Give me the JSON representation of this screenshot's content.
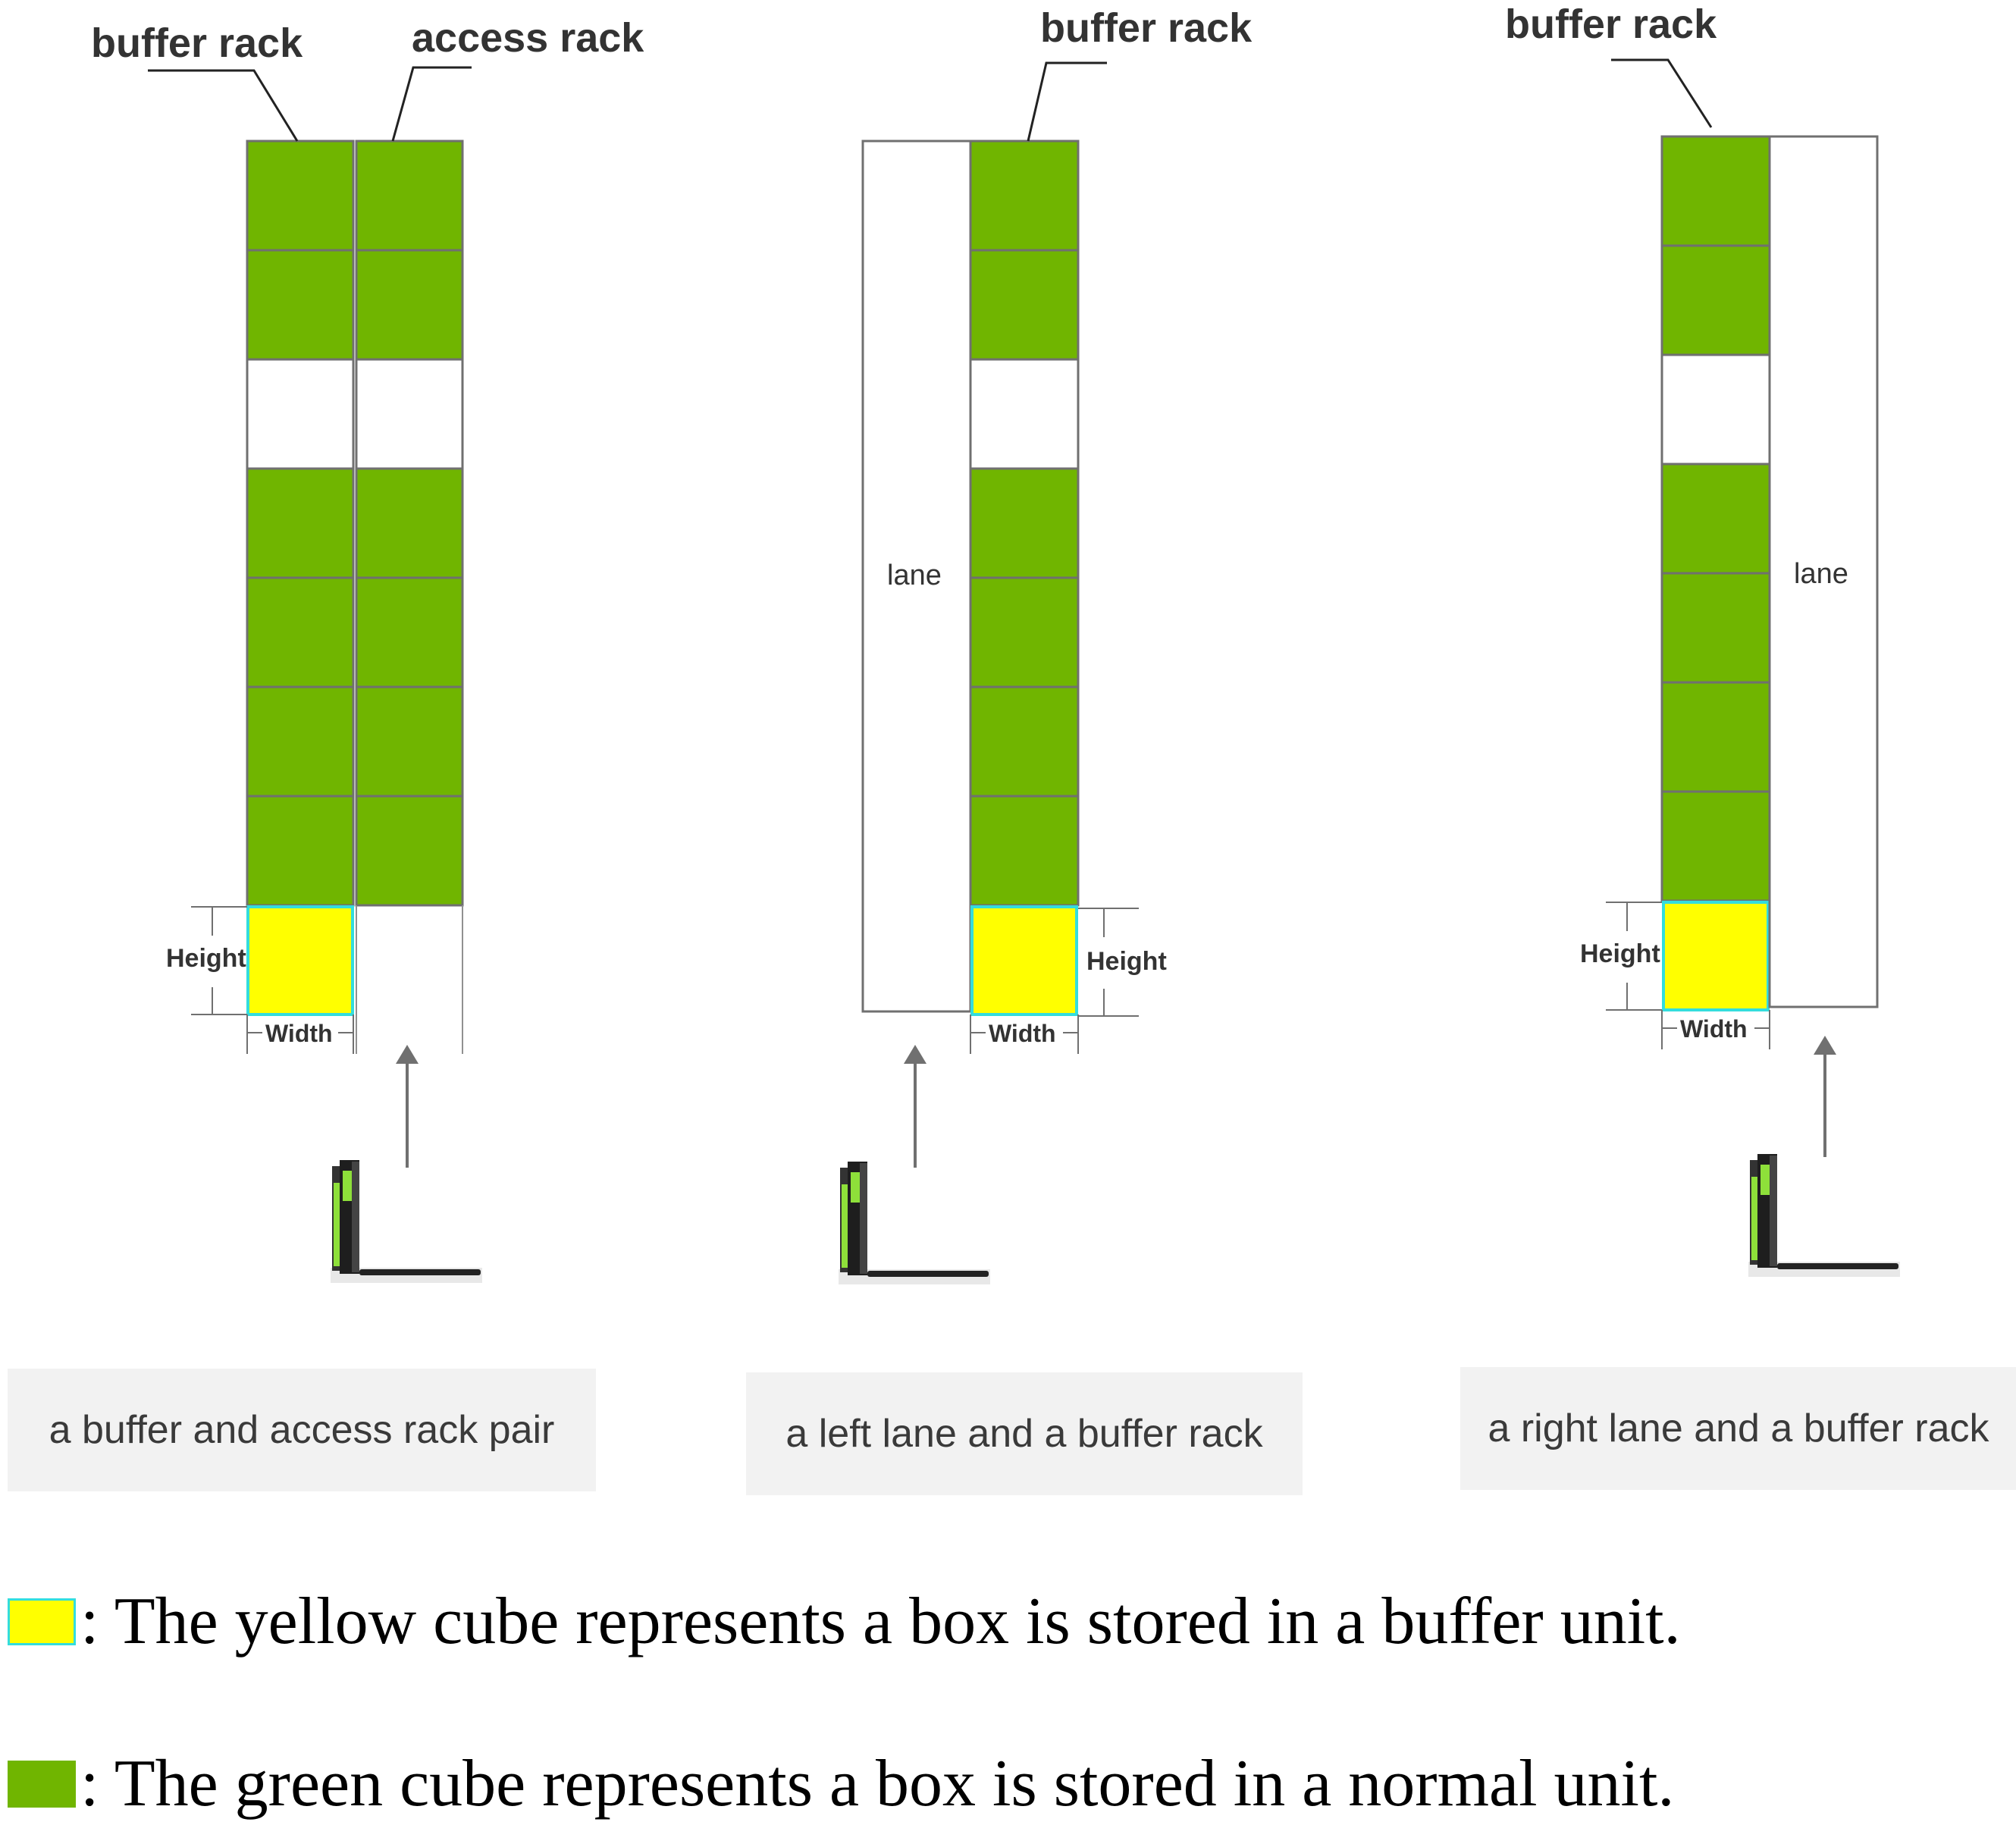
{
  "panels": [
    {
      "callouts": [
        "buffer rack",
        "access rack"
      ],
      "height_label": "Height",
      "width_label": "Width",
      "caption": "a buffer and access rack pair"
    },
    {
      "callouts": [
        "buffer rack"
      ],
      "lane_label": "lane",
      "height_label": "Height",
      "width_label": "Width",
      "caption": "a left lane and a buffer rack"
    },
    {
      "callouts": [
        "buffer rack"
      ],
      "lane_label": "lane",
      "height_label": "Height",
      "width_label": "Width",
      "caption": "a right lane and a buffer rack"
    }
  ],
  "legend": {
    "yellow": {
      "color": "#ffff00",
      "text": ": The yellow cube represents a box is stored in a buffer unit."
    },
    "green": {
      "color": "#70b500",
      "text": ": The green cube represents a box is stored in a normal unit."
    }
  },
  "colors": {
    "normal_unit": "#70b500",
    "buffer_unit": "#ffff00",
    "buffer_border": "#33dddd",
    "grid_line": "#707070",
    "caption_bg": "#f2f2f2"
  },
  "icons": [
    "forklift-icon",
    "arrow-up-icon"
  ]
}
